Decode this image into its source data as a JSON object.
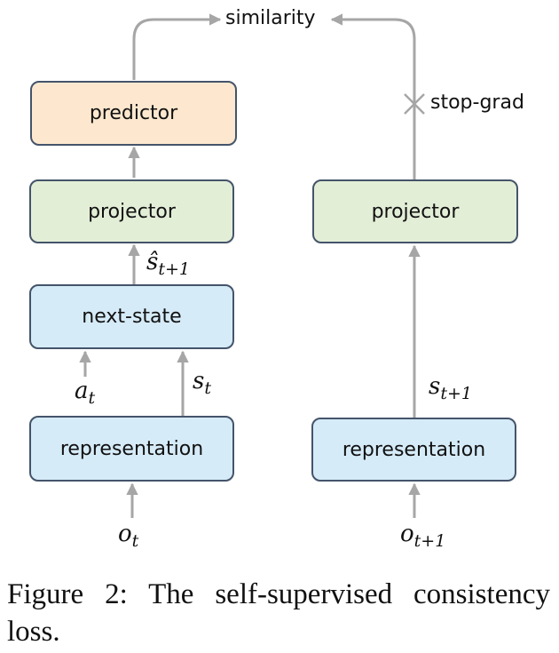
{
  "boxes": {
    "predictor": "predictor",
    "projector_left": "projector",
    "next_state": "next-state",
    "representation_left": "representation",
    "projector_right": "projector",
    "representation_right": "representation"
  },
  "labels": {
    "similarity": "similarity",
    "stop_grad": "stop-grad"
  },
  "math": {
    "s_hat": {
      "base": "ŝ",
      "sub": "t+1"
    },
    "a_t": {
      "base": "a",
      "sub": "t"
    },
    "s_t": {
      "base": "s",
      "sub": "t"
    },
    "o_t": {
      "base": "o",
      "sub": "t"
    },
    "s_t1": {
      "base": "s",
      "sub": "t+1"
    },
    "o_t1": {
      "base": "o",
      "sub": "t+1"
    }
  },
  "caption": "Figure 2: The self-supervised consistency loss.",
  "colors": {
    "predictor_fill": "#fde8cf",
    "projector_fill": "#e3eed7",
    "state_fill": "#d6ebf8",
    "border": "#44546a",
    "arrow": "#a6a6a6"
  }
}
